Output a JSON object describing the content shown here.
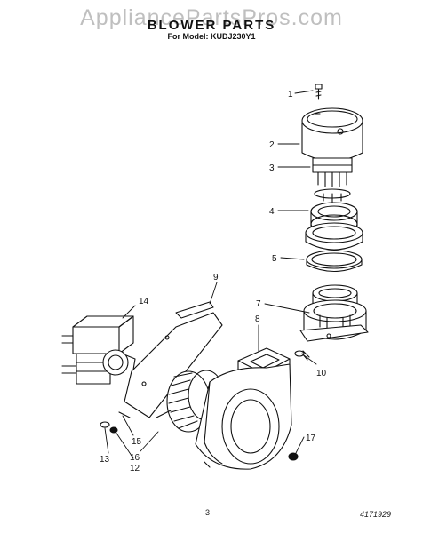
{
  "watermark": "AppliancePartsPros.com",
  "title": "BLOWER PARTS",
  "subtitle": "For Model: KUDJ230Y1",
  "page_number": "3",
  "document_number": "4171929",
  "callouts": [
    "1",
    "2",
    "3",
    "4",
    "5",
    "7",
    "8",
    "9",
    "10",
    "12",
    "13",
    "14",
    "15",
    "16",
    "17"
  ],
  "parts": [
    "screw",
    "cap",
    "terminal-block",
    "ring-upper",
    "seal-ring",
    "nozzle-housing",
    "duct",
    "bracket",
    "fastener",
    "motor",
    "fan-wheel",
    "blower-housing"
  ]
}
